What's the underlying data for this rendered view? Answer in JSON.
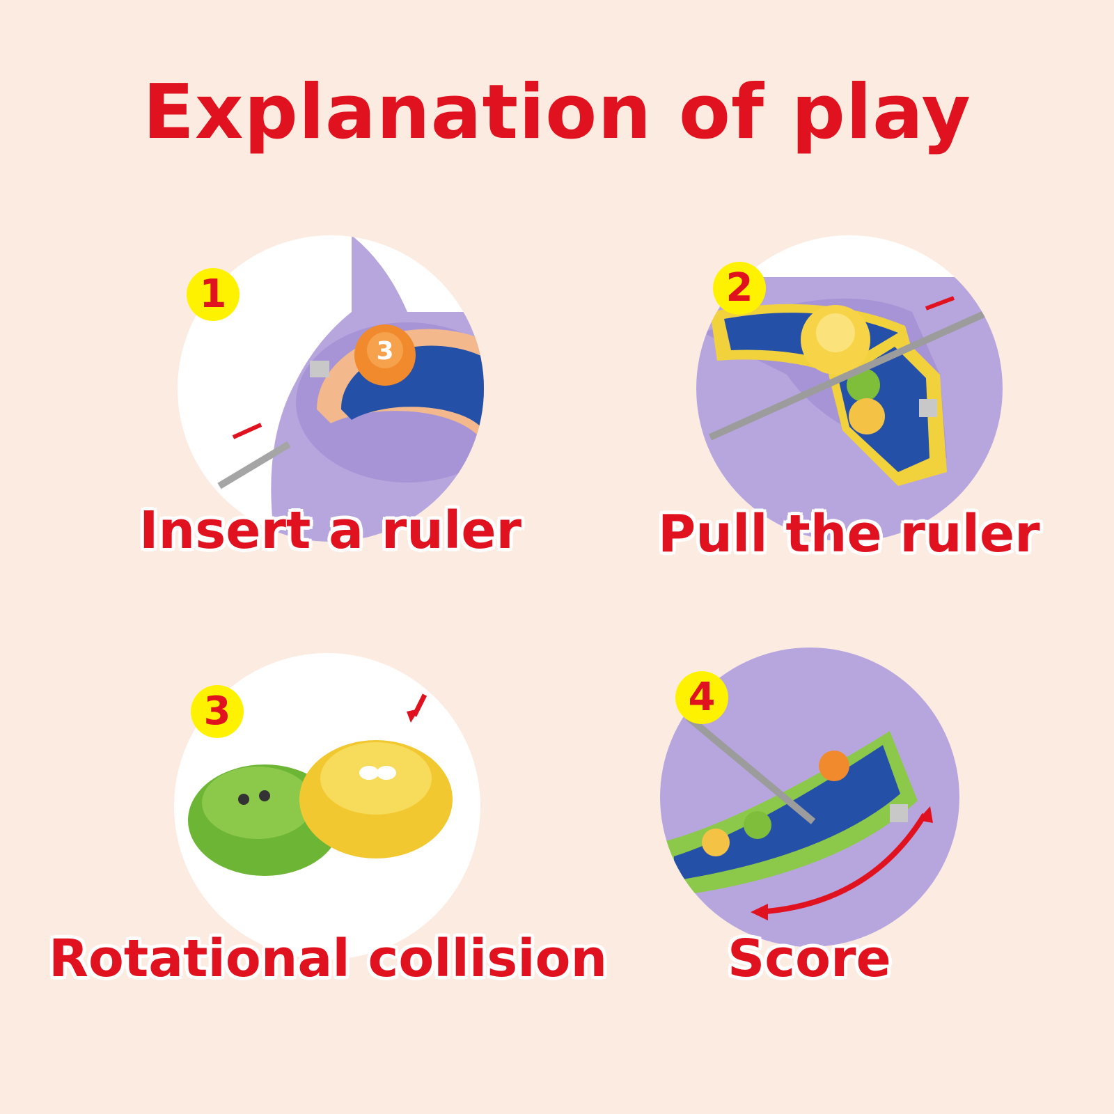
{
  "title": "Explanation of play",
  "steps": [
    {
      "number": "1",
      "caption": "Insert a ruler",
      "icon": "ruler-insert-illustration"
    },
    {
      "number": "2",
      "caption": "Pull the ruler",
      "icon": "ruler-pull-illustration"
    },
    {
      "number": "3",
      "caption": "Rotational collision",
      "icon": "spinning-tops-illustration"
    },
    {
      "number": "4",
      "caption": "Score",
      "icon": "score-dial-illustration"
    }
  ],
  "colors": {
    "background": "#fcebe0",
    "text": "#e1121f",
    "badge": "#fff200",
    "arena": "#b7a6de"
  }
}
